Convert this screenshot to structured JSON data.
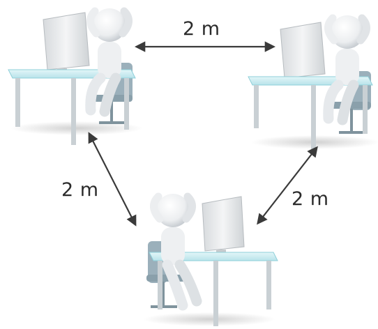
{
  "distances": {
    "top": "2 m",
    "left": "2 m",
    "right": "2 m"
  },
  "workstations": [
    {
      "id": "top-left",
      "figure": "white-3d-person-hands-behind-head"
    },
    {
      "id": "top-right",
      "figure": "white-3d-person-hands-behind-head"
    },
    {
      "id": "bottom-center",
      "figure": "white-3d-person-hands-behind-head"
    }
  ],
  "colors": {
    "desk_top": "#cfeef2",
    "desk_edge": "#8ecfd9",
    "desk_leg": "#c9d0d4",
    "monitor": "#e6e8ea",
    "figure": "#f1f2f3",
    "figure_shade": "#cfd4d8",
    "chair": "#9bb0bb",
    "arrow": "#3a3a3a",
    "text": "#2b2b2b"
  }
}
